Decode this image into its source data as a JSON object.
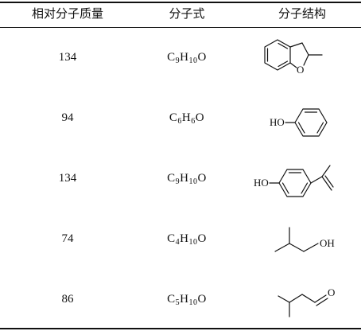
{
  "headers": {
    "mass": "相对分子质量",
    "formula": "分子式",
    "structure": "分子结构"
  },
  "rows": [
    {
      "mass": "134",
      "formula": [
        {
          "el": "C",
          "n": "9"
        },
        {
          "el": "H",
          "n": "10"
        },
        {
          "el": "O",
          "n": ""
        }
      ],
      "structure_labels": [
        "O"
      ],
      "structure_icon": "2-methyl-2,3-dihydrobenzofuran-structure"
    },
    {
      "mass": "94",
      "formula": [
        {
          "el": "C",
          "n": "6"
        },
        {
          "el": "H",
          "n": "6"
        },
        {
          "el": "O",
          "n": ""
        }
      ],
      "structure_labels": [
        "HO"
      ],
      "structure_icon": "phenol-structure"
    },
    {
      "mass": "134",
      "formula": [
        {
          "el": "C",
          "n": "9"
        },
        {
          "el": "H",
          "n": "10"
        },
        {
          "el": "O",
          "n": ""
        }
      ],
      "structure_labels": [
        "HO"
      ],
      "structure_icon": "4-isopropenylphenol-structure"
    },
    {
      "mass": "74",
      "formula": [
        {
          "el": "C",
          "n": "4"
        },
        {
          "el": "H",
          "n": "10"
        },
        {
          "el": "O",
          "n": ""
        }
      ],
      "structure_labels": [
        "OH"
      ],
      "structure_icon": "isobutanol-structure"
    },
    {
      "mass": "86",
      "formula": [
        {
          "el": "C",
          "n": "5"
        },
        {
          "el": "H",
          "n": "10"
        },
        {
          "el": "O",
          "n": ""
        }
      ],
      "structure_labels": [
        "O"
      ],
      "structure_icon": "3-methylbutanal-structure"
    }
  ]
}
